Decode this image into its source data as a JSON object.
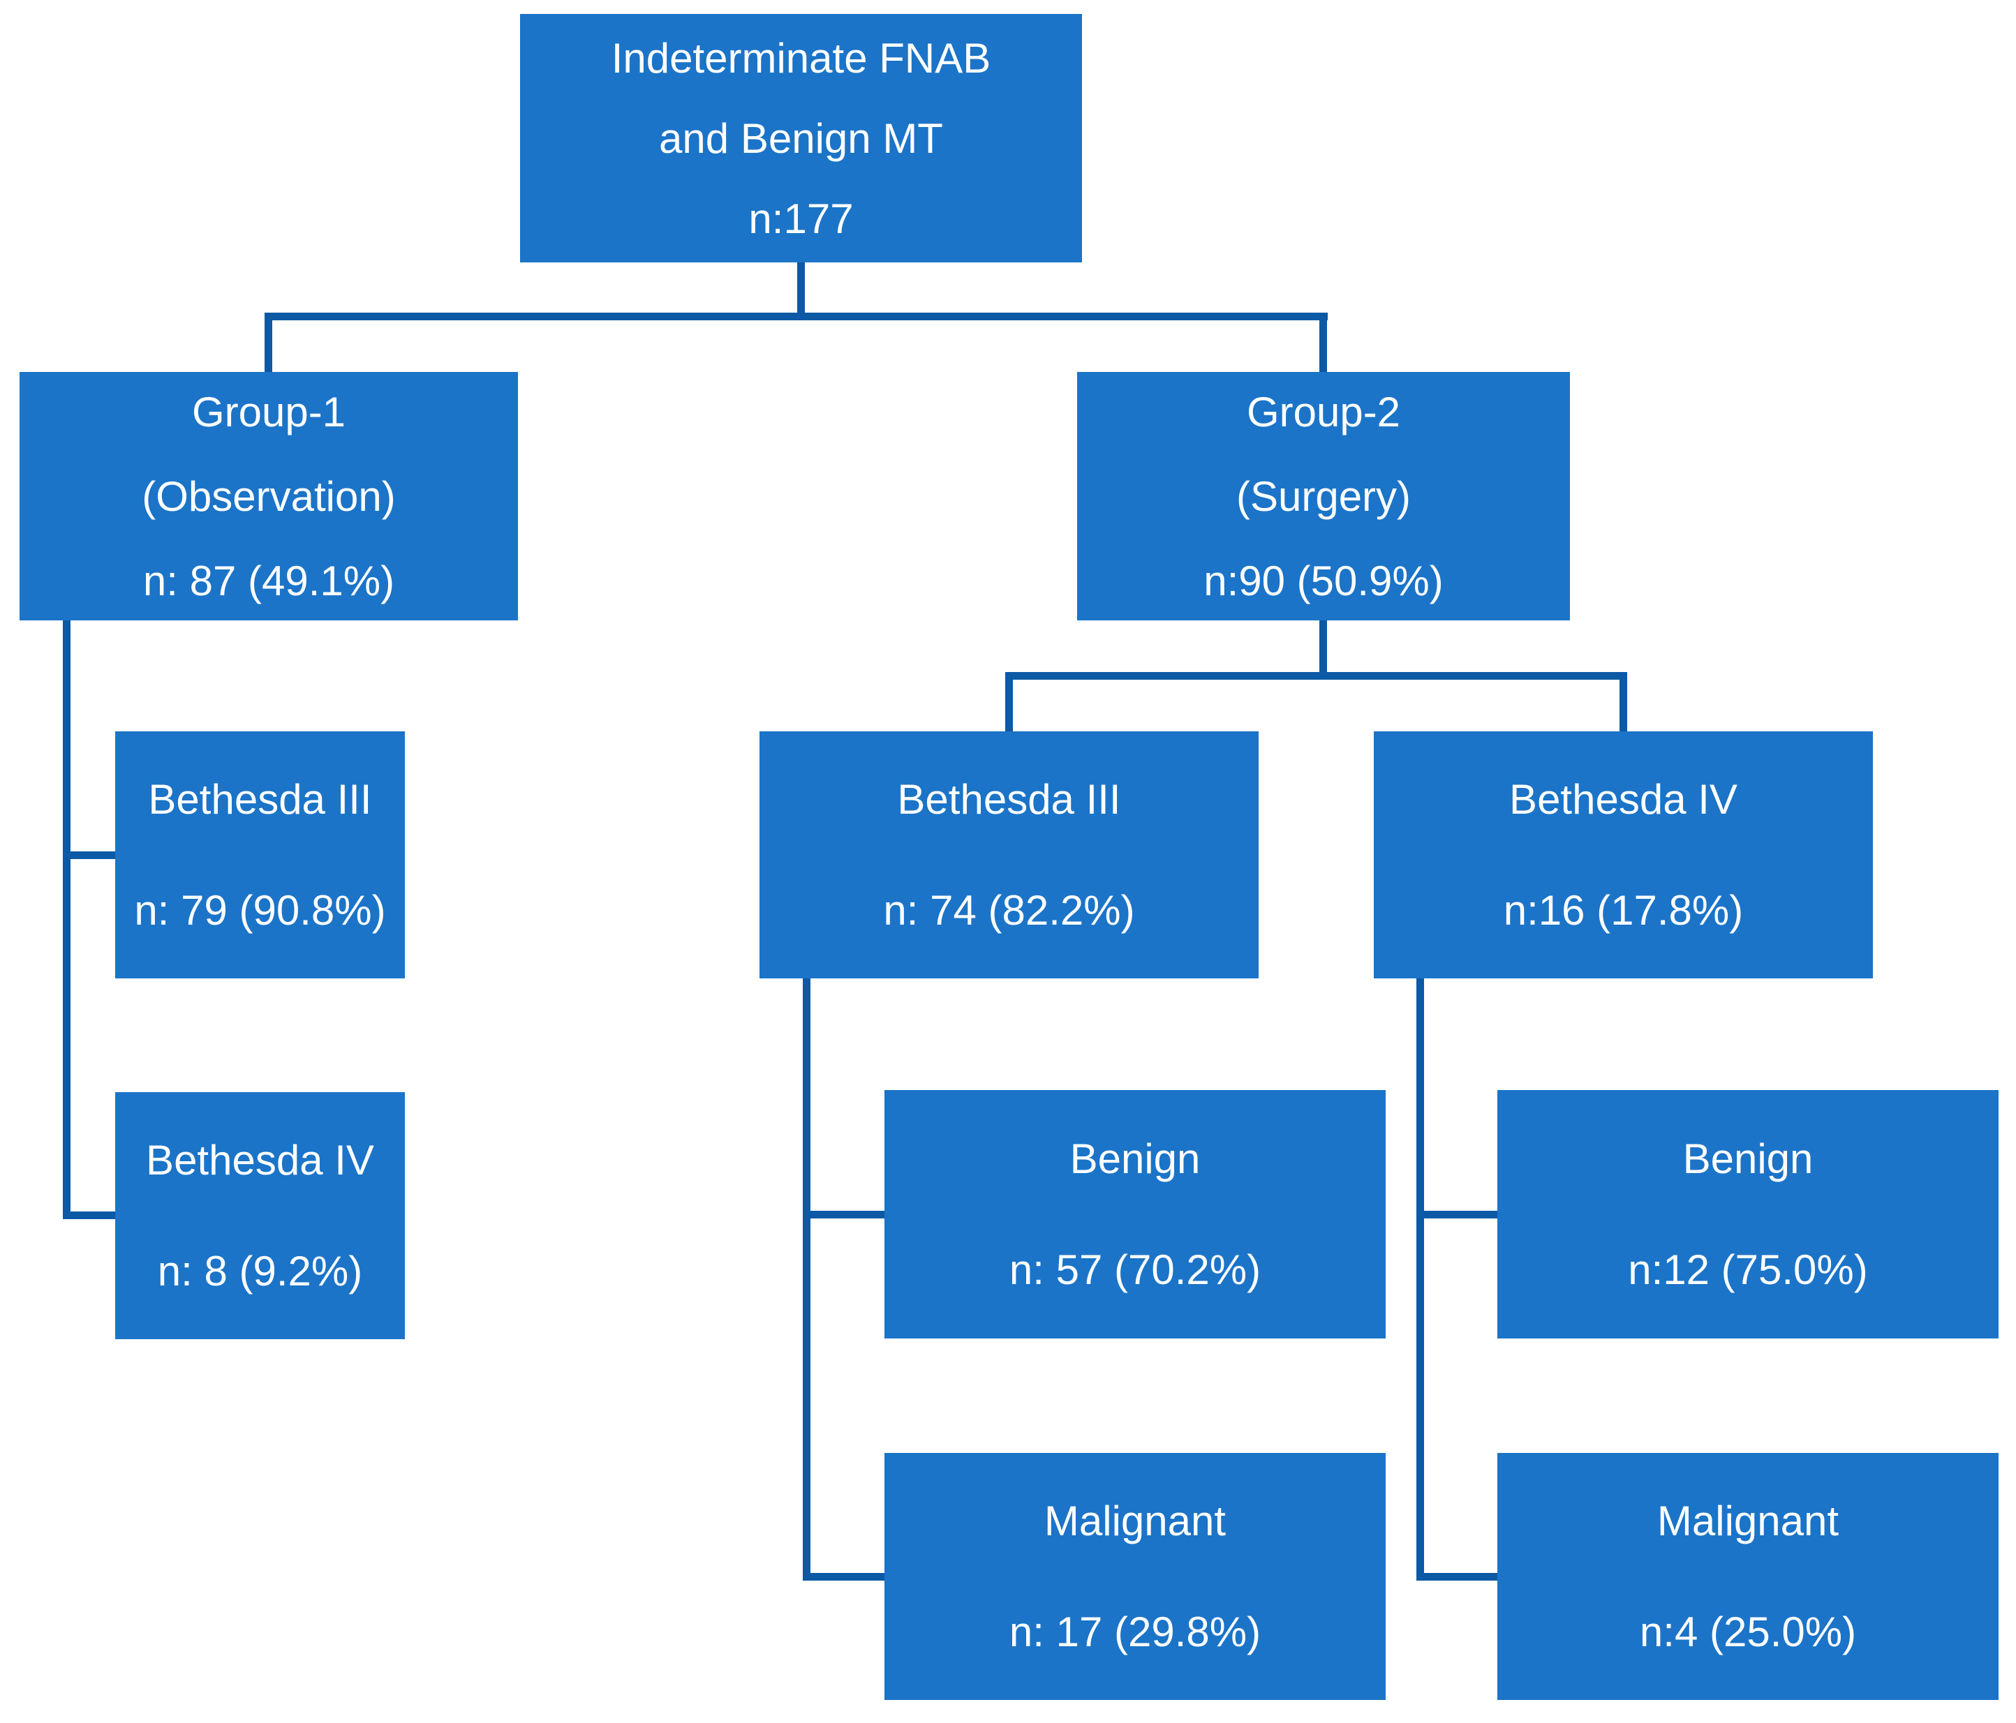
{
  "diagram": {
    "type": "flowchart",
    "colors": {
      "box_fill": "#1B74C8",
      "connector": "#0C59A6",
      "text": "#FFFFFF",
      "background": "#FFFFFF"
    },
    "nodes": {
      "root": {
        "lines": [
          "Indeterminate FNAB",
          "and Benign MT",
          "n:177"
        ]
      },
      "group1": {
        "lines": [
          "Group-1",
          "(Observation)",
          "n: 87 (49.1%)"
        ]
      },
      "group2": {
        "lines": [
          "Group-2",
          "(Surgery)",
          "n:90 (50.9%)"
        ]
      },
      "g1_bethesda3": {
        "lines": [
          "Bethesda III",
          "n: 79 (90.8%)"
        ]
      },
      "g1_bethesda4": {
        "lines": [
          "Bethesda IV",
          "n: 8 (9.2%)"
        ]
      },
      "g2_bethesda3": {
        "lines": [
          "Bethesda III",
          "n: 74 (82.2%)"
        ]
      },
      "g2_bethesda4": {
        "lines": [
          "Bethesda IV",
          "n:16 (17.8%)"
        ]
      },
      "g2_b3_benign": {
        "lines": [
          "Benign",
          "n: 57 (70.2%)"
        ]
      },
      "g2_b3_malignant": {
        "lines": [
          "Malignant",
          "n: 17 (29.8%)"
        ]
      },
      "g2_b4_benign": {
        "lines": [
          "Benign",
          "n:12 (75.0%)"
        ]
      },
      "g2_b4_malignant": {
        "lines": [
          "Malignant",
          "n:4 (25.0%)"
        ]
      }
    }
  }
}
